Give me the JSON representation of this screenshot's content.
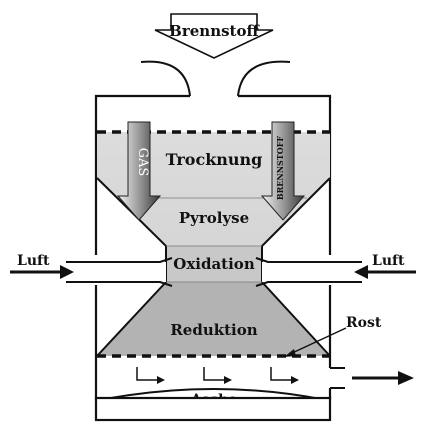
{
  "diagram": {
    "labels": {
      "fuel_in": "Brennstoff",
      "drying": "Trocknung",
      "pyrolysis": "Pyrolyse",
      "oxidation": "Oxidation",
      "reduction": "Reduktion",
      "air_left": "Luft",
      "air_right": "Luft",
      "grate": "Rost",
      "ash": "Asche",
      "gas_arrow": "GAS",
      "fuel_arrow": "BRENNSTOFF"
    },
    "colors": {
      "outline": "#111111",
      "zone_light": "#d6d6d6",
      "zone_mid": "#bdbdbd",
      "zone_dark": "#a9a9a9"
    }
  }
}
